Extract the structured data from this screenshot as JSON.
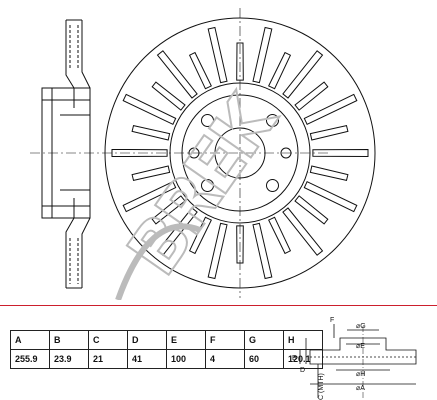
{
  "brand": {
    "watermark_text": "BREK",
    "accent_color": "#cc1f2d"
  },
  "specs": {
    "headers": [
      "A",
      "B",
      "C",
      "D",
      "E",
      "F",
      "G",
      "H"
    ],
    "values": [
      "255.9",
      "23.9",
      "21",
      "41",
      "100",
      "4",
      "60",
      "120.1"
    ]
  },
  "mini_drawing": {
    "labels": {
      "f": "F",
      "g": "⌀G",
      "e": "⌀E",
      "h": "⌀H",
      "a": "⌀A",
      "b": "B",
      "c": "C (MTH)",
      "d": "D"
    }
  }
}
